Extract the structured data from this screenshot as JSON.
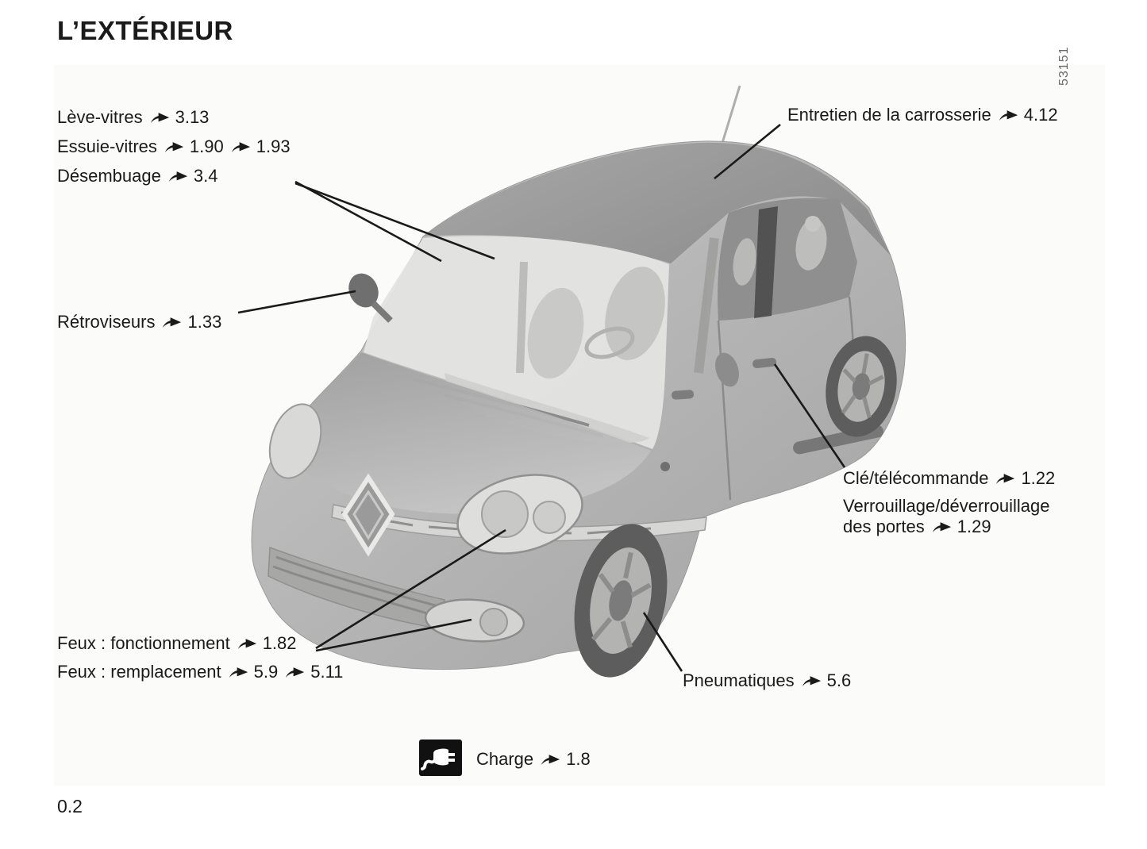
{
  "page": {
    "title": "L’EXTÉRIEUR",
    "page_number": "0.2",
    "image_ref": "53151"
  },
  "callouts": {
    "leve_vitres": {
      "text": "Lève-vitres",
      "refs": [
        "3.13"
      ]
    },
    "essuie_vitres": {
      "text": "Essuie-vitres",
      "refs": [
        "1.90",
        "1.93"
      ]
    },
    "desembuage": {
      "text": "Désembuage",
      "refs": [
        "3.4"
      ]
    },
    "retroviseurs": {
      "text": "Rétroviseurs",
      "refs": [
        "1.33"
      ]
    },
    "entretien": {
      "text": "Entretien de la carrosserie",
      "refs": [
        "4.12"
      ]
    },
    "cle_telecommande": {
      "text": "Clé/télécommande",
      "refs": [
        "1.22"
      ]
    },
    "verrouillage": {
      "text": "Verrouillage/déverrouillage",
      "text2": "des portes",
      "refs": [
        "1.29"
      ]
    },
    "feux_fonctionnement": {
      "text": "Feux : fonctionnement",
      "refs": [
        "1.82"
      ]
    },
    "feux_remplacement": {
      "text": "Feux : remplacement",
      "refs": [
        "5.9",
        "5.11"
      ]
    },
    "pneumatiques": {
      "text": "Pneumatiques",
      "refs": [
        "5.6"
      ]
    },
    "charge": {
      "text": "Charge",
      "refs": [
        "1.8"
      ]
    }
  },
  "icons": {
    "reference_arrow": "curved-right-arrow",
    "charge_plug": "charging-plug"
  },
  "colors": {
    "text": "#1a1a1a",
    "callout_line": "#1a1a1a",
    "car_body": "#b5b5b5",
    "car_roof": "#9b9b9b",
    "glass": "#e3e3e2",
    "image_ref_gray": "#6a6a6a",
    "charge_icon_bg": "#111111"
  }
}
